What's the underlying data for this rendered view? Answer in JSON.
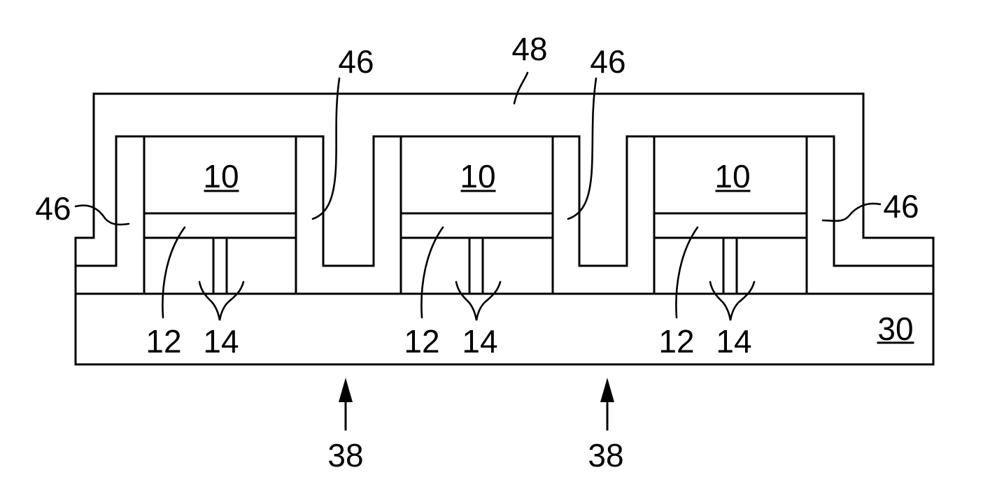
{
  "figure": {
    "labels": {
      "overlayer": "48",
      "liner": "46",
      "die": "10",
      "underfill": "12",
      "interconnect": "14",
      "substrate": "30",
      "arrow_ref": "38"
    },
    "colors": {
      "ink": "#000000",
      "background": "#ffffff"
    }
  }
}
